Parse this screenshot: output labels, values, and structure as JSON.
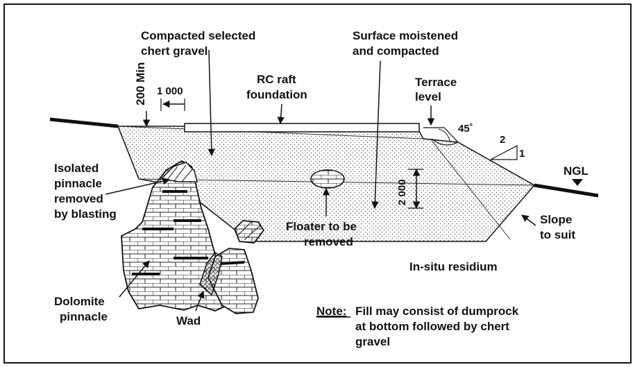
{
  "labels": {
    "compacted_1": "Compacted selected",
    "compacted_2": "chert gravel",
    "surface_1": "Surface moistened",
    "surface_2": "and compacted",
    "min200": "200 Min",
    "dim1000": "1 000",
    "raft_1": "RC raft",
    "raft_2": "foundation",
    "terrace_1": "Terrace",
    "terrace_2": "level",
    "angle45": "45˚",
    "slope_run": "2",
    "slope_rise": "1",
    "ngl": "NGL",
    "dim2000": "2 000",
    "isolated_1": "Isolated",
    "isolated_2": "pinnacle",
    "isolated_3": "removed",
    "isolated_4": "by blasting",
    "floater_1": "Floater to be",
    "floater_2": "removed",
    "slope_1": "Slope",
    "slope_2": "to suit",
    "insitu": "In-situ residium",
    "dolomite_1": "Dolomite",
    "dolomite_2": "pinnacle",
    "wad": "Wad",
    "note_label": "Note:",
    "note_1": "Fill may consist of dumprock",
    "note_2": "at bottom followed by chert",
    "note_3": "gravel"
  }
}
